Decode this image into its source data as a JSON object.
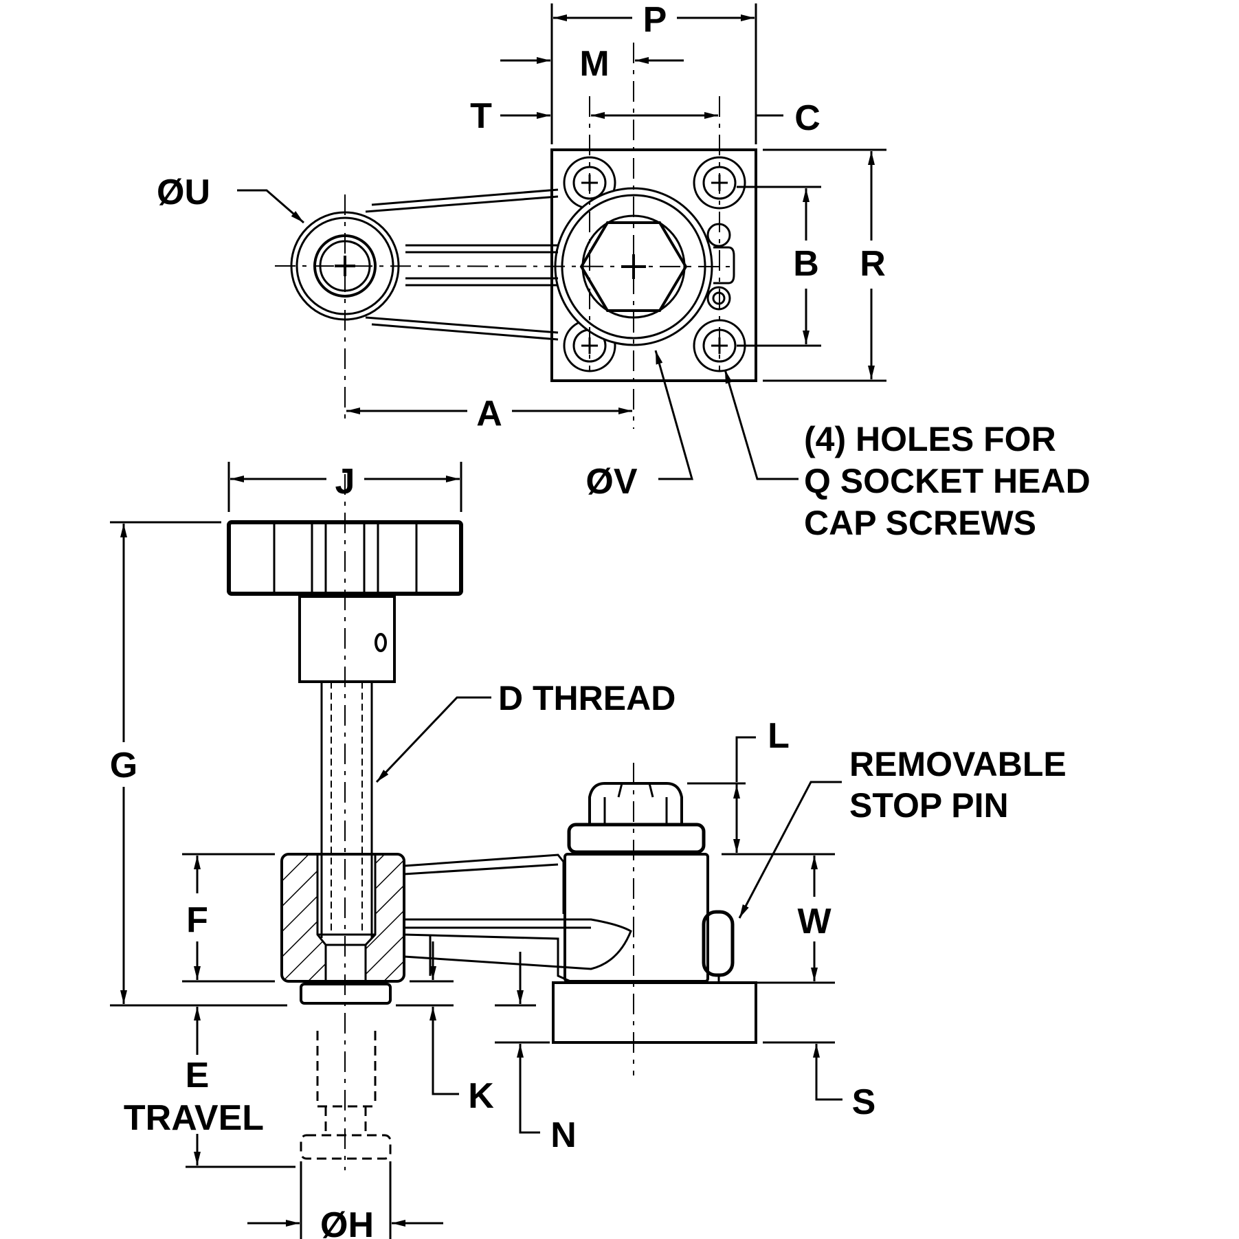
{
  "labels": {
    "P": "P",
    "M": "M",
    "T": "T",
    "C": "C",
    "U": "U",
    "B": "B",
    "R": "R",
    "A": "A",
    "V": "V",
    "J": "J",
    "D": "D THREAD",
    "L": "L",
    "G": "G",
    "F": "F",
    "W": "W",
    "E": "E",
    "TRAVEL": "TRAVEL",
    "K": "K",
    "N": "N",
    "S": "S",
    "H": "H",
    "holes1": "(4) HOLES FOR",
    "holes2": "Q SOCKET HEAD",
    "holes3": "CAP SCREWS",
    "stop1": "REMOVABLE",
    "stop2": "STOP PIN"
  },
  "symbols": {
    "diameter": "Ø"
  }
}
